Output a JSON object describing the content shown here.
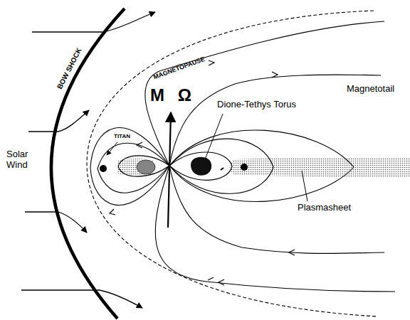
{
  "diagram": {
    "labels": [
      "BOW SHOCK",
      "MAGNETOPAUSE",
      "Magnetotail",
      "M Ω",
      "Dione-Tethys Torus",
      "TITAN",
      "Solar Wind",
      "Plasmasheet"
    ]
  }
}
